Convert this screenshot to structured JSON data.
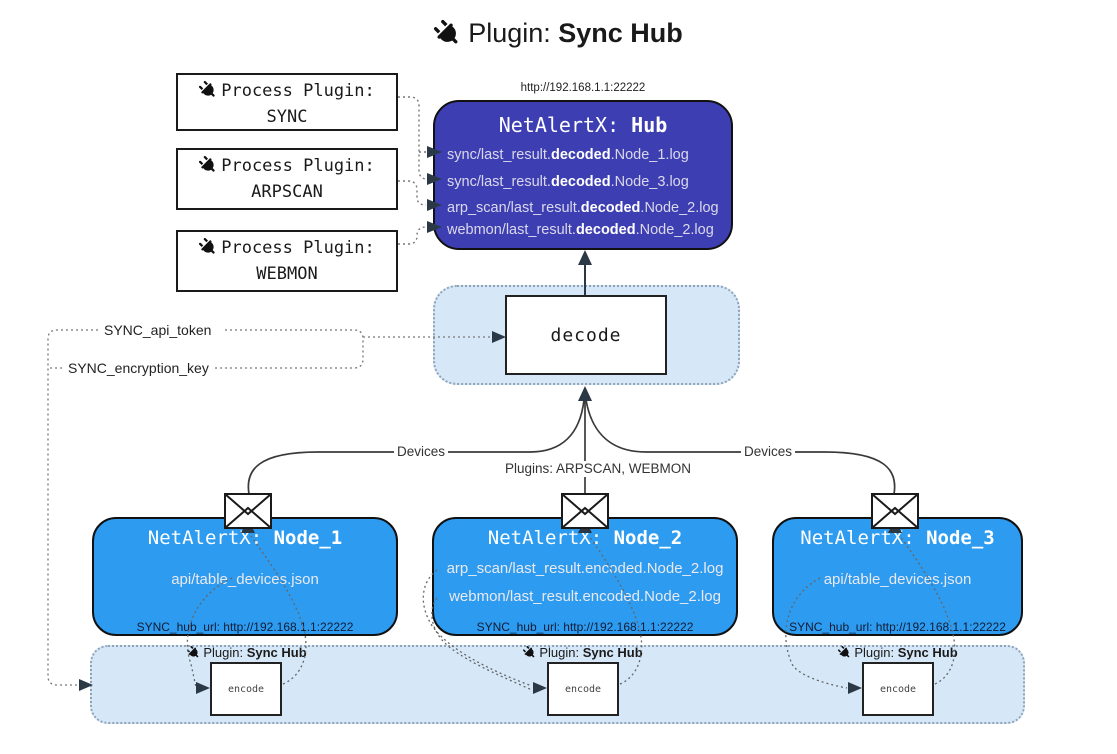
{
  "title": {
    "prefix": "Plugin: ",
    "name": "Sync Hub"
  },
  "hub": {
    "url": "http://192.168.1.1:22222",
    "title_prefix": "NetAlertX: ",
    "title_name": "Hub",
    "logs": [
      {
        "pre": "sync/last_result.",
        "bold": "decoded",
        "post": ".Node_1.log"
      },
      {
        "pre": "sync/last_result.",
        "bold": "decoded",
        "post": ".Node_3.log"
      },
      {
        "pre": "arp_scan/last_result.",
        "bold": "decoded",
        "post": ".Node_2.log"
      },
      {
        "pre": "webmon/last_result.",
        "bold": "decoded",
        "post": ".Node_2.log"
      }
    ]
  },
  "process_plugins": [
    {
      "label": "Process Plugin:",
      "name": "SYNC"
    },
    {
      "label": "Process Plugin:",
      "name": "ARPSCAN"
    },
    {
      "label": "Process Plugin:",
      "name": "WEBMON"
    }
  ],
  "decode": {
    "label": "decode"
  },
  "config": {
    "api_token": "SYNC_api_token",
    "encryption_key": "SYNC_encryption_key"
  },
  "edges": {
    "devices_left": "Devices",
    "devices_right": "Devices",
    "plugins": "Plugins: ARPSCAN, WEBMON"
  },
  "nodes": [
    {
      "title_prefix": "NetAlertX: ",
      "title_name": "Node_1",
      "files": [
        "api/table_devices.json"
      ],
      "hub_url": "SYNC_hub_url: http://192.168.1.1:22222"
    },
    {
      "title_prefix": "NetAlertX: ",
      "title_name": "Node_2",
      "files": [
        "arp_scan/last_result.encoded.Node_2.log",
        "webmon/last_result.encoded.Node_2.log"
      ],
      "hub_url": "SYNC_hub_url: http://192.168.1.1:22222"
    },
    {
      "title_prefix": "NetAlertX: ",
      "title_name": "Node_3",
      "files": [
        "api/table_devices.json"
      ],
      "hub_url": "SYNC_hub_url: http://192.168.1.1:22222"
    }
  ],
  "encoders": {
    "plugin_prefix": "Plugin: ",
    "plugin_name": "Sync Hub",
    "encode_label": "encode"
  },
  "icons": {
    "plug": "plug-icon (power plug glyph)",
    "envelope": "envelope-icon (message)"
  },
  "colors": {
    "hub_bg": "#3e3eb3",
    "node_bg": "#2d9bf0",
    "panel_bg": "#d6e8f8",
    "panel_border": "#8fa3b8",
    "arrow_dark": "#2b3947",
    "line_dark": "#3a3a3a",
    "dotted_gray": "#777777"
  }
}
